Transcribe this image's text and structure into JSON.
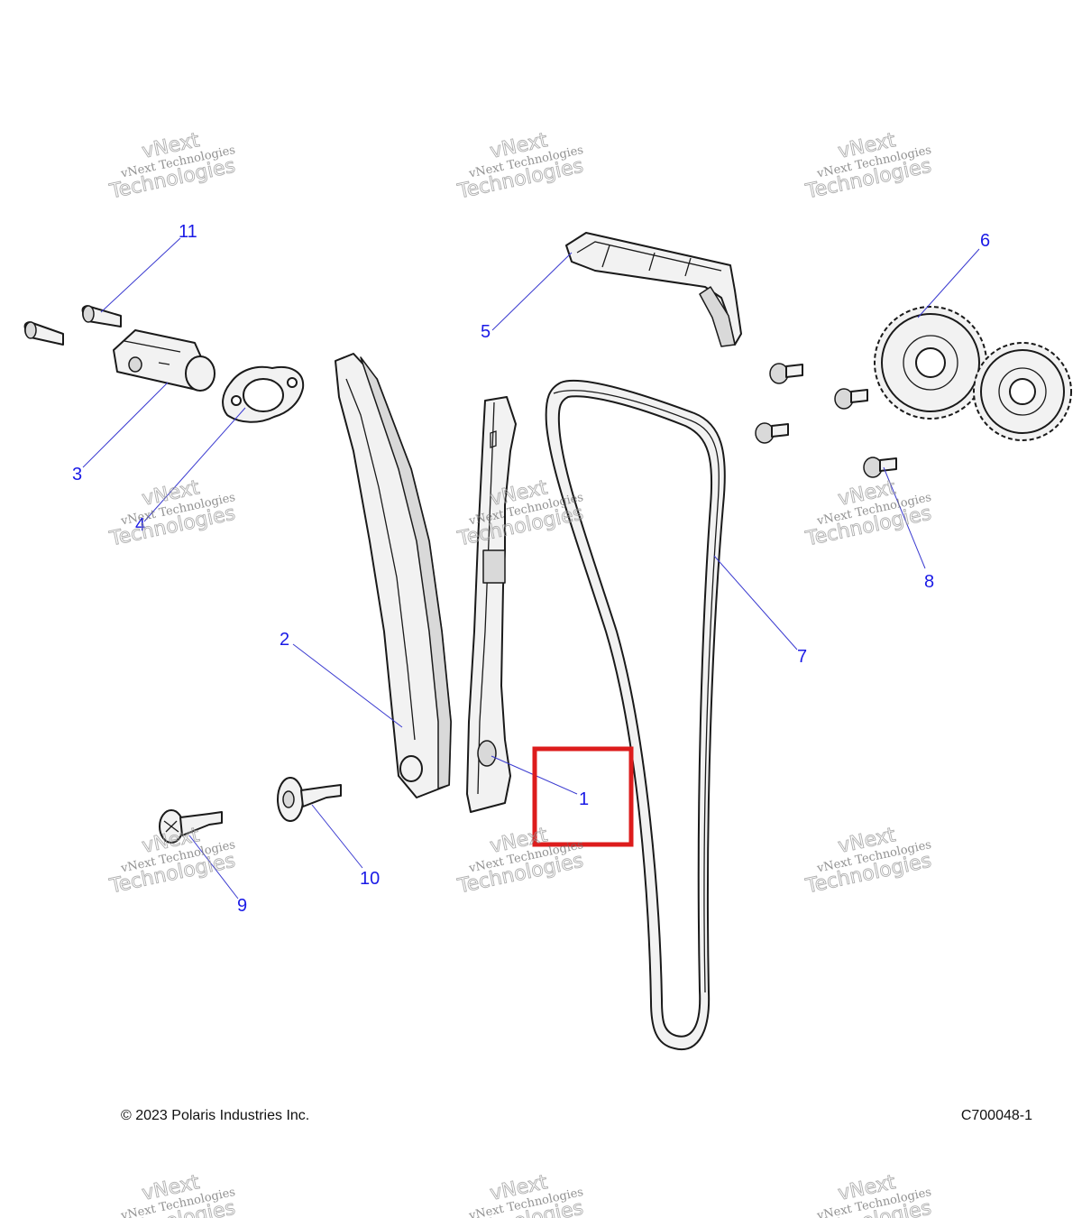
{
  "callouts": [
    {
      "label": "1"
    },
    {
      "label": "2"
    },
    {
      "label": "3"
    },
    {
      "label": "4"
    },
    {
      "label": "5"
    },
    {
      "label": "6"
    },
    {
      "label": "7"
    },
    {
      "label": "8"
    },
    {
      "label": "9"
    },
    {
      "label": "10"
    },
    {
      "label": "11"
    }
  ],
  "watermark": {
    "line1": "vNext Technologies",
    "line2": "vNext",
    "line3": "Technologies"
  },
  "footer": {
    "copyright": "© 2023 Polaris Industries Inc.",
    "figure_id": "C700048-1"
  },
  "highlight": {
    "target": "1",
    "color": "#dd1c1c"
  },
  "colors": {
    "callout": "#1a1ae6",
    "leader": "#3a3ad0"
  }
}
